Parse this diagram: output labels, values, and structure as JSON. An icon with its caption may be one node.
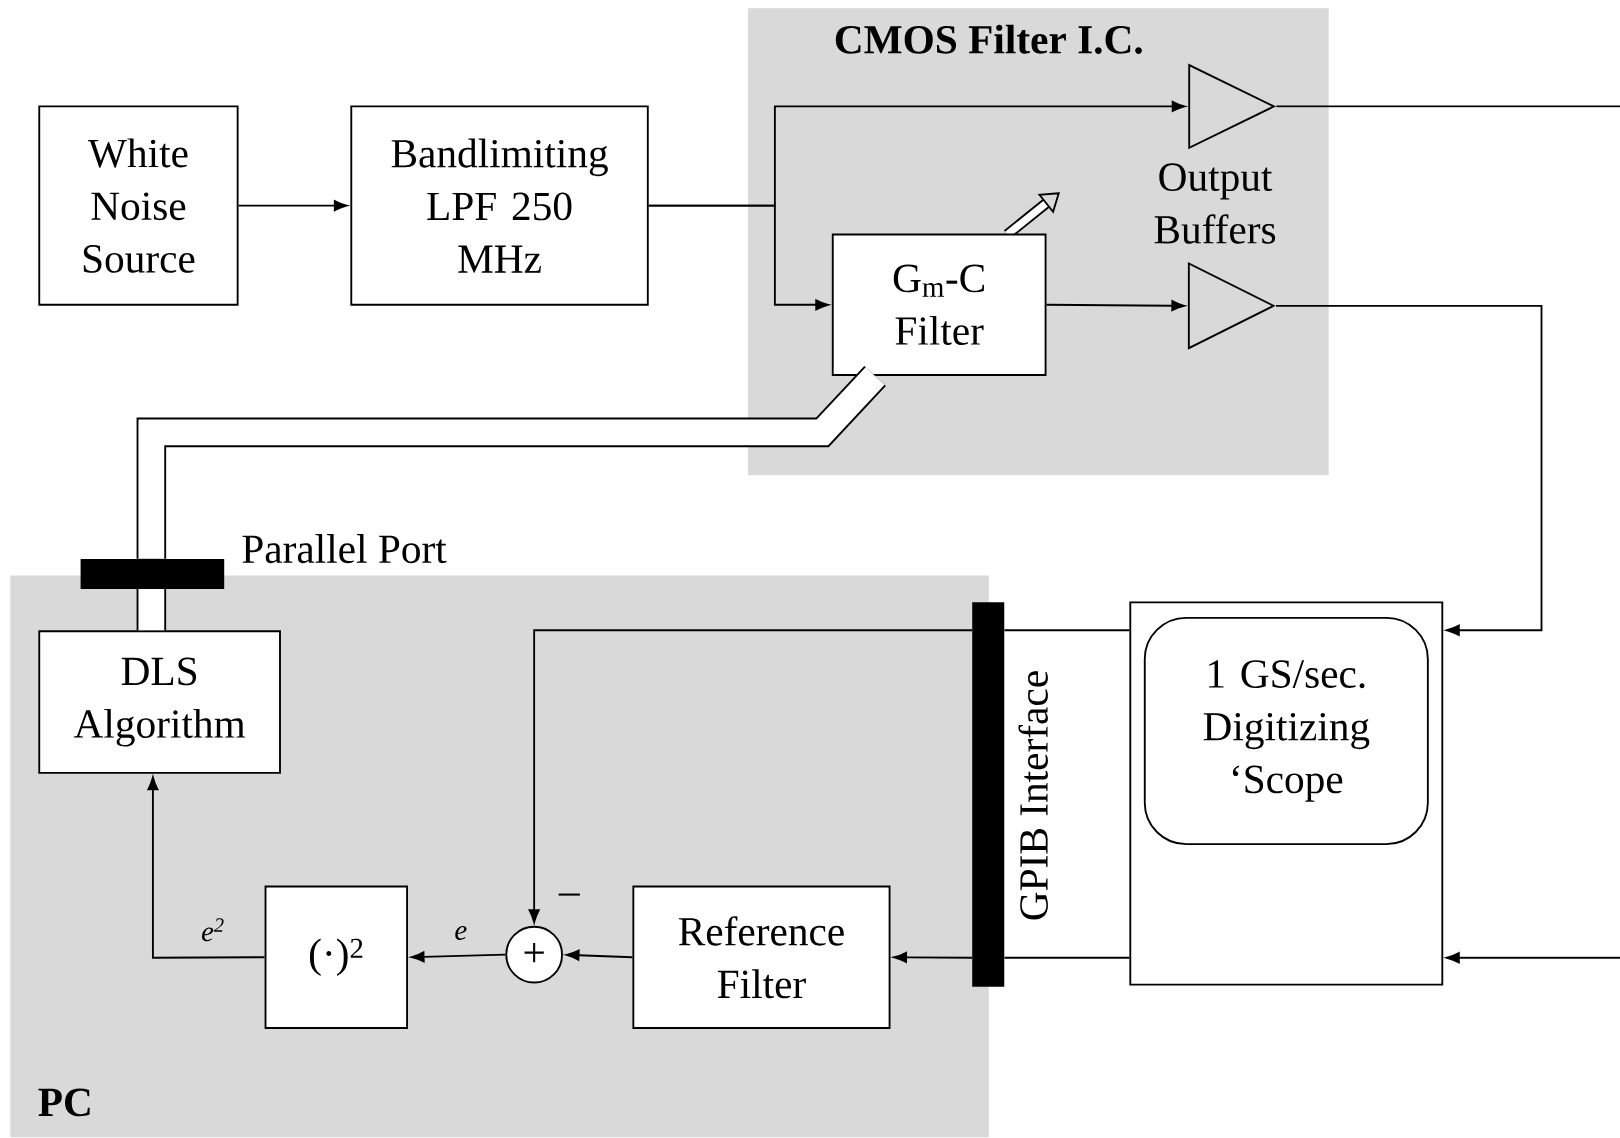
{
  "diagram": {
    "nodes": [
      {
        "text": [
          "CMOS Filter I.C."
        ]
      },
      {
        "text": [
          "White Noise Source"
        ]
      },
      {
        "text": [
          "Bandlimiting LPF 250 MHz"
        ]
      },
      {
        "text": [
          "G$_{m}$-C Filter"
        ],
        "in": 0
      },
      {
        "text": [],
        "shape": "triangle",
        "in": 0
      },
      {
        "text": [],
        "shape": "triangle",
        "in": 0
      },
      {
        "text": [
          "PC"
        ]
      },
      {
        "text": [],
        "shape": "bar",
        "beside": [
          "Parallel Port"
        ]
      },
      {
        "text": [
          "DLS Algorithm"
        ],
        "in": 6
      },
      {
        "text": [
          "(·)$^{2}$"
        ],
        "in": 6
      },
      {
        "text": [
          "+"
        ],
        "in": 6,
        "beside": [
          "–"
        ]
      },
      {
        "text": [
          "Reference Filter"
        ],
        "in": 6
      },
      {
        "text": [],
        "shape": "bar",
        "beside": [
          "GPIB Interface"
        ]
      },
      {
        "text": [],
        "shape": "box"
      },
      {
        "text": [
          "1 GS/sec. Digitizing ‘Scope"
        ],
        "in": 13
      }
    ],
    "edges": [
      {
        "from": 1,
        "to": 2,
        "arrow": "to"
      },
      {
        "from": 2,
        "to": 3,
        "arrow": "to"
      },
      {
        "from": 2,
        "to": 4,
        "arrow": "to"
      },
      {
        "from": 3,
        "to": 5,
        "arrow": "to"
      },
      {
        "from": 4,
        "to": null,
        "arrow": "none"
      },
      {
        "from": 5,
        "to": 13,
        "arrow": "to"
      },
      {
        "from": null,
        "to": 13,
        "arrow": "to"
      },
      {
        "from": 13,
        "to": 12,
        "arrow": "none"
      },
      {
        "from": 12,
        "to": 10,
        "arrow": "to"
      },
      {
        "from": 13,
        "to": 12,
        "arrow": "none"
      },
      {
        "from": 12,
        "to": 11,
        "arrow": "to"
      },
      {
        "from": 11,
        "to": 10,
        "arrow": "to"
      },
      {
        "from": 10,
        "to": 9,
        "arrow": "to",
        "label": "e"
      },
      {
        "from": 9,
        "to": 8,
        "arrow": "to",
        "label": "e$^{2}$"
      },
      {
        "from": 8,
        "to": 7,
        "arrow": "none",
        "style": "thick"
      },
      {
        "from": 7,
        "to": 3,
        "arrow": "none",
        "style": "thick"
      }
    ],
    "labels": [
      "Output Buffers"
    ]
  }
}
